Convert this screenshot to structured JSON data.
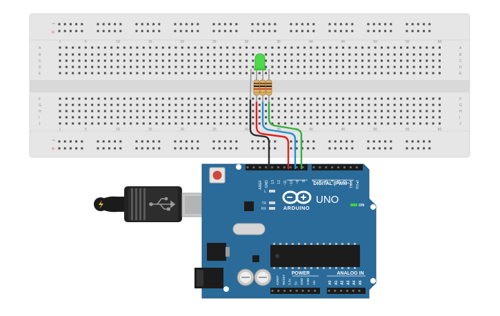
{
  "breadboard": {
    "column_labels": [
      "1",
      "5",
      "10",
      "15",
      "20",
      "25",
      "30",
      "35",
      "40",
      "45",
      "50",
      "55",
      "60"
    ],
    "row_labels_top": [
      "A",
      "B",
      "C",
      "D",
      "E"
    ],
    "row_labels_bottom": [
      "F",
      "G",
      "H",
      "I",
      "J"
    ],
    "rail_minus": "−",
    "rail_plus": "+"
  },
  "arduino": {
    "brand": "ARDUINO",
    "model": "UNO",
    "digital_header_label": "DIGITAL (PWM~)",
    "on_label": "ON",
    "l_label": "L",
    "tx_label": "TX",
    "rx_label": "RX",
    "power_label": "POWER",
    "analog_label": "ANALOG IN",
    "digital_pins": [
      "AREF",
      "GND",
      "13",
      "12",
      "~11",
      "~10",
      "~9",
      "8",
      "7",
      "~6",
      "~5",
      "4",
      "~3",
      "2",
      "TX▹1",
      "RX◂0"
    ],
    "power_pins": [
      "IOREF",
      "RESET",
      "3.3V",
      "5V",
      "GND",
      "GND",
      "Vin"
    ],
    "analog_pins": [
      "A0",
      "A1",
      "A2",
      "A3",
      "A4",
      "A5"
    ]
  },
  "components": {
    "led": "RGB LED",
    "resistors": 3
  },
  "colors": {
    "board": "#2a6b99",
    "breadboard": "#e6e6e6",
    "wire_red": "#e01e1e",
    "wire_blue": "#1f8fd6",
    "wire_green": "#31b03a",
    "wire_black": "#2a2a2a",
    "led": "#4dd94d",
    "power_led": "#3cd43c"
  }
}
